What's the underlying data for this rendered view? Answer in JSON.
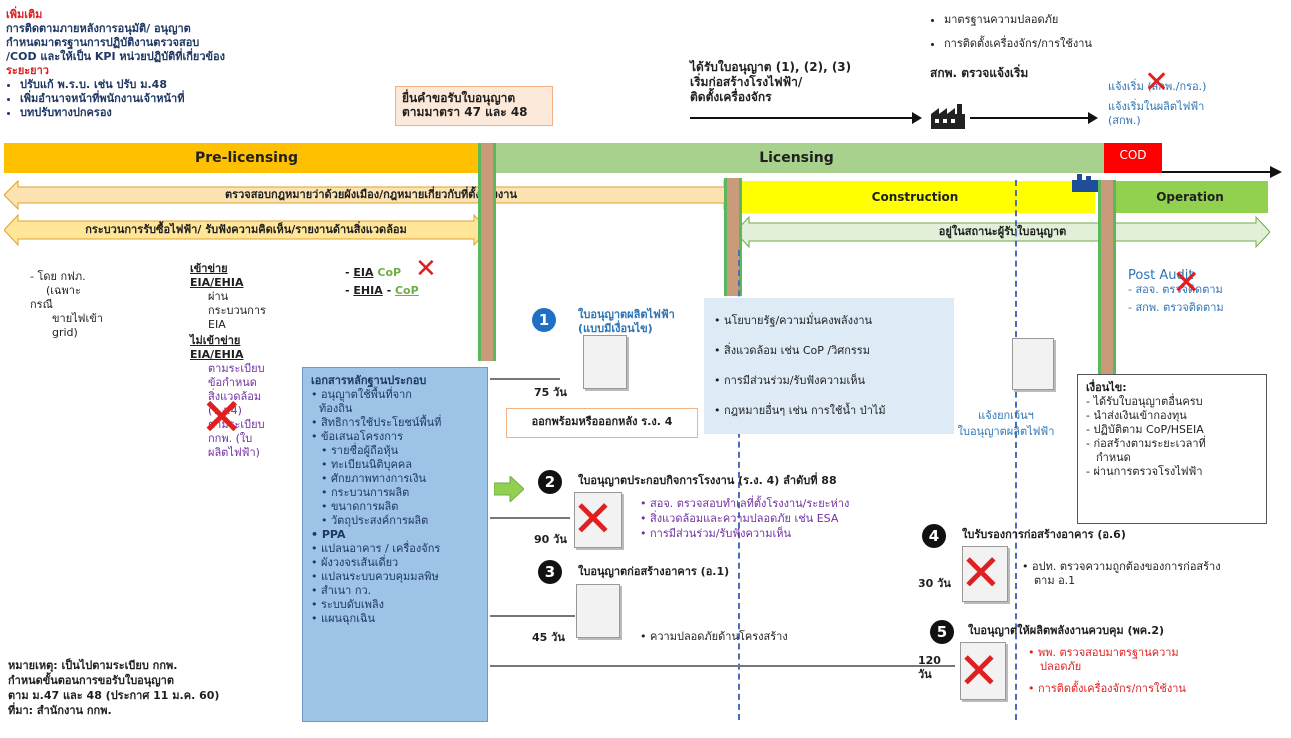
{
  "top_left": {
    "heading": "เพิ่มเติม",
    "line1": "การติดตามภายหลังการอนุมัติ/ อนุญาต",
    "line2": "กำหนดมาตรฐานการปฏิบัติงานตรวจสอบ",
    "line3": "/COD และให้เป็น KPI หน่วยปฏิบัติที่เกี่ยวข้อง",
    "subheading": "ระยะยาว",
    "bullets": [
      "ปรับแก้ พ.ร.บ. เช่น ปรับ ม.48",
      "เพิ่มอำนาจหน้าที่พนักงานเจ้าหน้าที่",
      "บทปรับทางปกครอง"
    ]
  },
  "submit_box": {
    "line1": "ยื่นคำขอรับใบอนุญาต",
    "line2": "ตามมาตรา 47 และ 48"
  },
  "received": {
    "line1": "ได้รับใบอนุญาต (1), (2), (3)",
    "line2": "เริ่มก่อสร้างโรงไฟฟ้า/",
    "line3": "ติดตั้งเครื่องจักร"
  },
  "top_right": {
    "bullets": [
      "มาตรฐานความปลอดภัย",
      "การติดตั้งเครื่องจักร/การใช้งาน"
    ],
    "inspect": "สกพ. ตรวจแจ้งเริ่ม",
    "notify_struck": "แจ้งเริ่ม (สกพ./กรอ.)",
    "notify_line1": "แจ้งเริ่มในผลิตไฟฟ้า",
    "notify_line2": "(สกพ.)"
  },
  "phases": {
    "pre": "Pre-licensing",
    "licensing": "Licensing",
    "cod": "COD",
    "construction": "Construction",
    "operation": "Operation"
  },
  "arrows": {
    "law": "ตรวจสอบกฎหมายว่าด้วยผังเมือง/กฎหมายเกี่ยวกับที่ตั้งโรงงาน",
    "process": "กระบวนการรับซื้อไฟฟ้า/ รับฟังความคิดเห็น/รายงานด้านสิ่งแวดล้อม",
    "status": "อยู่ในสถานะผู้รับใบอนุญาต"
  },
  "egat": {
    "line1": "- โดย กฟภ.",
    "line2": "(เฉพาะ",
    "line3": "กรณี",
    "line4": "ขายไฟเข้า",
    "line5": "grid)"
  },
  "eia_col": {
    "in_title1": "เข้าข่าย",
    "in_title2": "EIA/EHIA",
    "in_body": [
      "ผ่าน",
      "กระบวนการ",
      "EIA"
    ],
    "out_title1": "ไม่เข้าข่าย",
    "out_title2": "EIA/EHIA",
    "out_body1": [
      "ตามระเบียบ",
      "ข้อกำหนด",
      "สิ่งแวดล้อม",
      "(ร.ง.4)"
    ],
    "out_body2": [
      "ตามระเบียบ",
      "กกพ. (ใบ",
      "ผลิตไฟฟ้า)"
    ]
  },
  "eia_types": {
    "eia": "EIA",
    "ehia": "EHIA",
    "eia_struck": "CoP",
    "cop": "CoP"
  },
  "docs": {
    "title": "เอกสารหลักฐานประกอบ",
    "items": [
      "อนุญาตใช้พื้นที่จาก",
      "ท้องถิ่น",
      "สิทธิการใช้ประโยชน์พื้นที่",
      "ข้อเสนอโครงการ"
    ],
    "subitems": [
      "รายชื่อผู้ถือหุ้น",
      "ทะเบียนนิติบุคคล",
      "ศักยภาพทางการเงิน",
      "กระบวนการผลิต",
      "ขนาดการผลิต",
      "วัตถุประสงค์การผลิต"
    ],
    "ppa": "PPA",
    "items2": [
      "แปลนอาคาร / เครื่องจักร",
      "ผังวงจรเส้นเดี่ยว",
      "แปลนระบบควบคุมมลพิษ",
      "สำเนา กว.",
      "ระบบดับเพลิง",
      "แผนฉุกเฉิน"
    ]
  },
  "lic1": {
    "num": "1",
    "title1": "ใบอนุญาตผลิตไฟฟ้า",
    "title2": "(แบบมีเงื่อนไข)",
    "days": "75 วัน",
    "note": "ออกพร้อมหรือออกหลัง ร.ง. 4"
  },
  "policy": {
    "items": [
      "นโยบายรัฐ/ความมั่นคงพลังงาน",
      "สิ่งแวดล้อม เช่น CoP /วิศกรรม",
      "การมีส่วนร่วม/รับฟังความเห็น",
      "กฎหมายอื่นๆ เช่น การใช้น้ำ ป่าไม้"
    ]
  },
  "lic2": {
    "num": "2",
    "title": "ใบอนุญาตประกอบกิจการโรงงาน (ร.ง. 4) ลำดับที่ 88",
    "days": "90 วัน",
    "items": [
      "สอจ. ตรวจสอบทำเลที่ตั้งโรงงาน/ระยะห่าง",
      "สิ่งแวดล้อมและความปลอดภัย เช่น ESA",
      "การมีส่วนร่วม/รับฟังความเห็น"
    ]
  },
  "lic3": {
    "num": "3",
    "title": "ใบอนุญาตก่อสร้างอาคาร (อ.1)",
    "days": "45 วัน",
    "item": "ความปลอดภัยด้านโครงสร้าง"
  },
  "cancel": {
    "line1": "แจ้งยกเว้นฯ",
    "line2": "ใบอนุญาตผลิตไฟฟ้า"
  },
  "conditions": {
    "title": "เงื่อนไข:",
    "items": [
      "ได้รับใบอนุญาตอื่นครบ",
      "นำส่งเงินเข้ากองทุน",
      "ปฏิบัติตาม CoP/HSEIA",
      "ก่อสร้างตามระยะเวลาที่",
      "กำหนด",
      "ผ่านการตรวจโรงไฟฟ้า"
    ]
  },
  "post_audit": {
    "title": "Post Audit",
    "struck": "สอจ. ตรวจติดตาม",
    "item": "สกพ. ตรวจติดตาม"
  },
  "lic4": {
    "num": "4",
    "title": "ใบรับรองการก่อสร้างอาคาร (อ.6)",
    "days": "30 วัน",
    "item1": "อปท. ตรวจความถูกต้องของการก่อสร้าง",
    "item2": "ตาม อ.1"
  },
  "lic5": {
    "num": "5",
    "title": "ใบอนุญาตให้ผลิตพลังงานควบคุม (พค.2)",
    "days1": "120",
    "days2": "วัน",
    "item1a": "พพ. ตรวจสอบมาตรฐานความ",
    "item1b": "ปลอดภัย",
    "item2": "การติดตั้งเครื่องจักร/การใช้งาน"
  },
  "footnote": {
    "line1": "หมายเหตุ: เป็นไปตามระเบียบ กกพ.",
    "line2": "กำหนดขั้นตอนการขอรับใบอนุญาต",
    "line3": "ตาม ม.47 และ 48 (ประกาศ 11 ม.ค. 60)",
    "line4": "ที่มา: สำนักงาน กกพ."
  },
  "colors": {
    "pre": "#ffc000",
    "licensing": "#a9d18e",
    "cod": "#ff0000",
    "construction": "#ffff00",
    "operation": "#92d050",
    "docs_bg": "#9dc3e6"
  }
}
